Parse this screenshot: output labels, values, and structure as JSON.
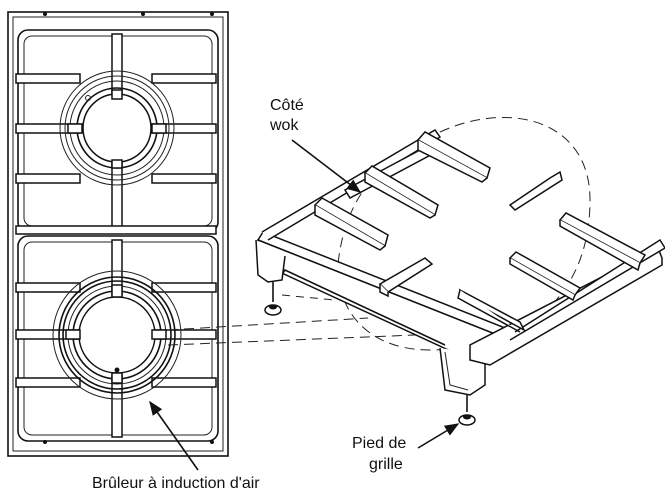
{
  "labels": {
    "wok_side": [
      "Côté",
      "wok"
    ],
    "grate_foot": [
      "Pied de",
      "grille"
    ],
    "air_induction_burner": "Brûleur à induction d'air"
  }
}
